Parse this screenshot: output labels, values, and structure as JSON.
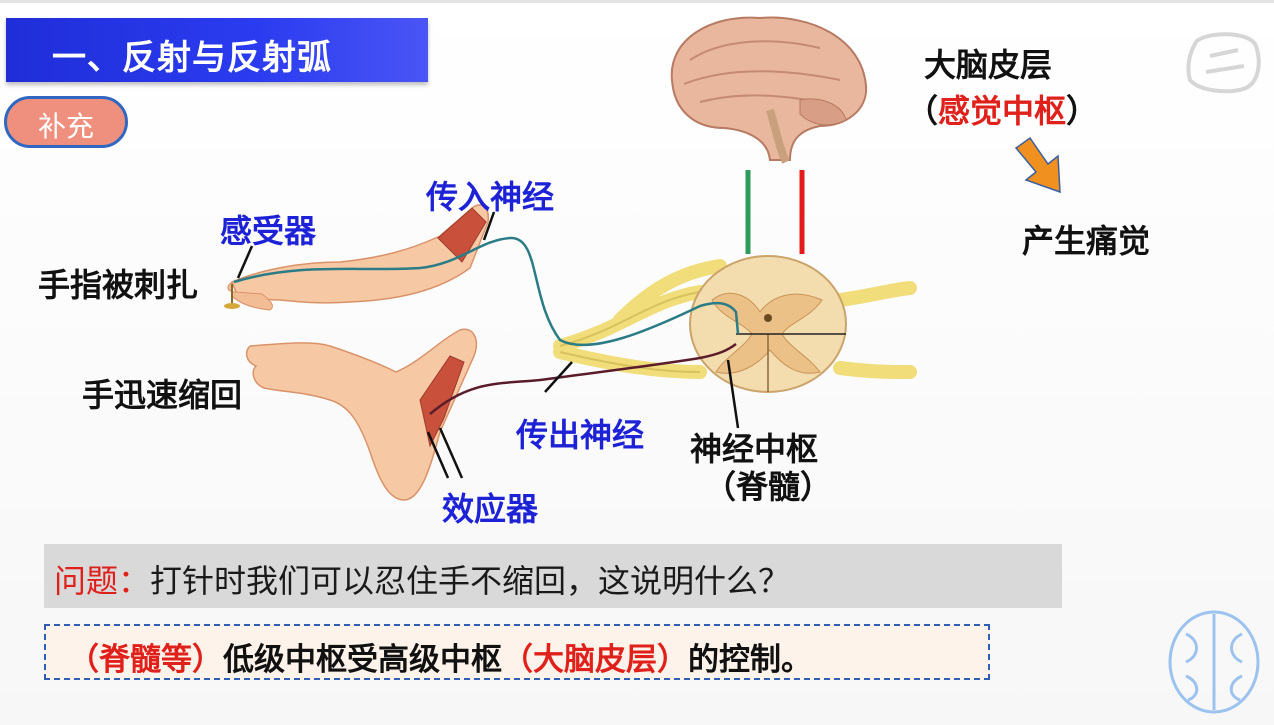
{
  "title": "一、反射与反射弧",
  "badge": "补充",
  "labels": {
    "receptor": "感受器",
    "afferent": "传入神经",
    "stimulus": "手指被刺扎",
    "withdraw": "手迅速缩回",
    "efferent": "传出神经",
    "effector": "效应器",
    "center_line1": "神经中枢",
    "center_line2": "（脊髓）",
    "cortex": "大脑皮层",
    "cortex_paren_open": "（",
    "cortex_sub": "感觉中枢",
    "cortex_paren_close": "）",
    "pain": "产生痛觉"
  },
  "question": {
    "label": "问题：",
    "text": "打针时我们可以忍住手不缩回，这说明什么？"
  },
  "answer": {
    "part1": "（脊髓等）",
    "part2": "低级中枢受高级中枢",
    "part3": "（大脑皮层）",
    "part4": "的控制。"
  },
  "colors": {
    "title_bg": "#2b3cf0",
    "label_blue": "#1e22d6",
    "accent_red": "#e0201b",
    "badge_bg": "#ef8f7e",
    "green_line": "#2e9b5c",
    "red_line": "#e31b1b",
    "arrow_orange": "#f0901e"
  },
  "icons": [
    "brain-illustration",
    "spinal-cord-illustration",
    "arm-illustration",
    "orange-arrow-icon",
    "brain-watermark-icon",
    "logo-watermark-icon"
  ]
}
